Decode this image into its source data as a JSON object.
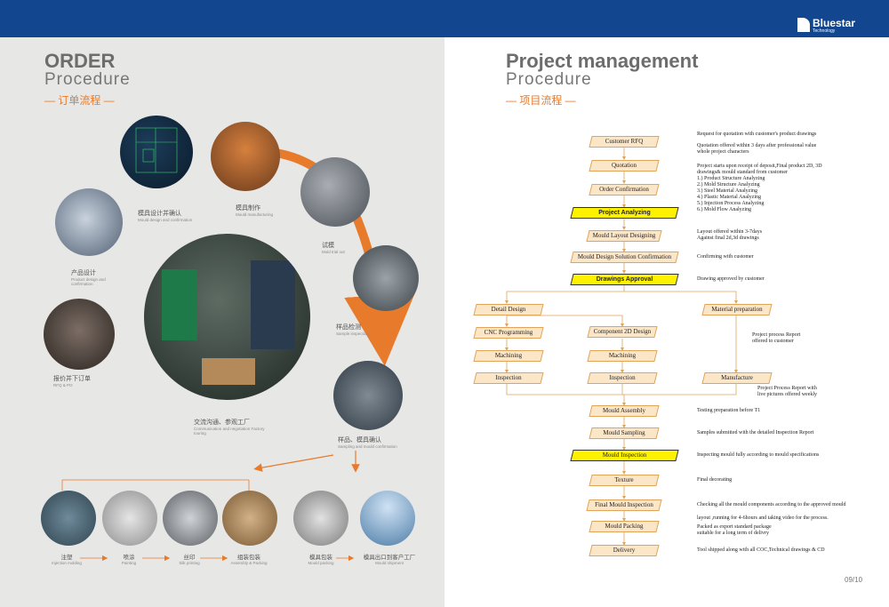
{
  "brand": {
    "name": "Bluestar",
    "sub": "Technology"
  },
  "left": {
    "title": "ORDER",
    "subtitle": "Procedure",
    "cn_title": "— 订单流程 —",
    "captions": [
      {
        "cn": "模具设计并确认",
        "en": "Mould design and confirmation"
      },
      {
        "cn": "模具制作",
        "en": "Mould manufacturing"
      },
      {
        "cn": "试模",
        "en": "Mold trial out"
      },
      {
        "cn": "产品设计",
        "en": "Product design and confirmation"
      },
      {
        "cn": "样品检测",
        "en": "Sample inspection"
      },
      {
        "cn": "报价并下订单",
        "en": "RFQ & PO"
      },
      {
        "cn": "交流沟通、参观工厂",
        "en": "Communication and negotiation Factory touring"
      },
      {
        "cn": "样品、模具确认",
        "en": "Sampling and mould confirmation"
      }
    ],
    "bottom_captions": [
      {
        "cn": "注塑",
        "en": "Injection molding"
      },
      {
        "cn": "喷涂",
        "en": "Painting"
      },
      {
        "cn": "丝印",
        "en": "Silk printing"
      },
      {
        "cn": "组装包装",
        "en": "Assembly & Packing"
      },
      {
        "cn": "模具包装",
        "en": "Mould packing"
      },
      {
        "cn": "模具出口到客户工厂",
        "en": "Mould shipment"
      }
    ]
  },
  "right": {
    "title": "Project management",
    "subtitle": "Procedure",
    "cn_title": "— 项目流程 —",
    "nodes": {
      "customer_rfq": "Customer RFQ",
      "quotation": "Quotation",
      "order_confirmation": "Order Confirmation",
      "project_analyzing": "Project Analyzing",
      "mould_layout": "Mould Layout Designing",
      "design_solution": "Mould Design Solution Confirmation",
      "drawings_approval": "Drawings Approval",
      "detail_design": "Detail Design",
      "material_preparation": "Material preparation",
      "cnc": "CNC Programming",
      "component_2d": "Component 2D Design",
      "machining_1": "Machining",
      "machining_2": "Machining",
      "inspection_1": "Inspection",
      "inspection_2": "Inspection",
      "manufacture": "Manufacture",
      "mould_assembly": "Mould Assembly",
      "mould_sampling": "Mould Sampling",
      "mould_inspection": "Mould Inspection",
      "texture": "Texture",
      "final_inspection": "Final Mould Inspection",
      "mould_packing": "Mould Packing",
      "delivery": "Delivery"
    },
    "notes": {
      "n1": "Request for quotation with customer's product drawings",
      "n2a": "Quotation offered within 3 days after professional value",
      "n2b": "whole project characters",
      "n3a": "Project starts upon receipt of deposit,Final product 2D, 3D",
      "n3b": "drawings& mould standard from customer",
      "n3_list": [
        "1.) Product Structure Analyzing",
        "2.) Mold Structure Analyzing",
        "3.) Steel Material Analyzing",
        "4.) Plastic Material Analyzing",
        "5.) Injection Process Analyzing",
        "6.) Mold Flow Analyzing"
      ],
      "n4a": "Layout offered within 3-7days",
      "n4b": "Against final 2d,3d drawings",
      "n5": "Confirming with customer",
      "n6": "Drawing approved by customer",
      "n7a": "Project process Report",
      "n7b": "offered to customer",
      "n8a": "Project Process Report with",
      "n8b": "live pictures offered weekly",
      "n9": "Testing preparation before T1",
      "n10": "Samples submitted with the detailed Inspection Report",
      "n11": "Inspecting mould fully according to mould specifications",
      "n12": "Final decorating",
      "n13a": "Checking all the mould components according to the approved mould",
      "n13b": "layout ,running for 4-6hours and taking video for the process.",
      "n14a": "Packed as export standard package",
      "n14b": "suitable for a long term of delivry",
      "n15": "Tool shipped along with all COC,Technical drawings & CD"
    }
  },
  "page_number": "09/10",
  "colors": {
    "navy": "#12468e",
    "orange": "#e87a2c",
    "node_fill": "#fce6c8",
    "highlight": "#fff200",
    "left_bg": "#e7e7e6"
  }
}
